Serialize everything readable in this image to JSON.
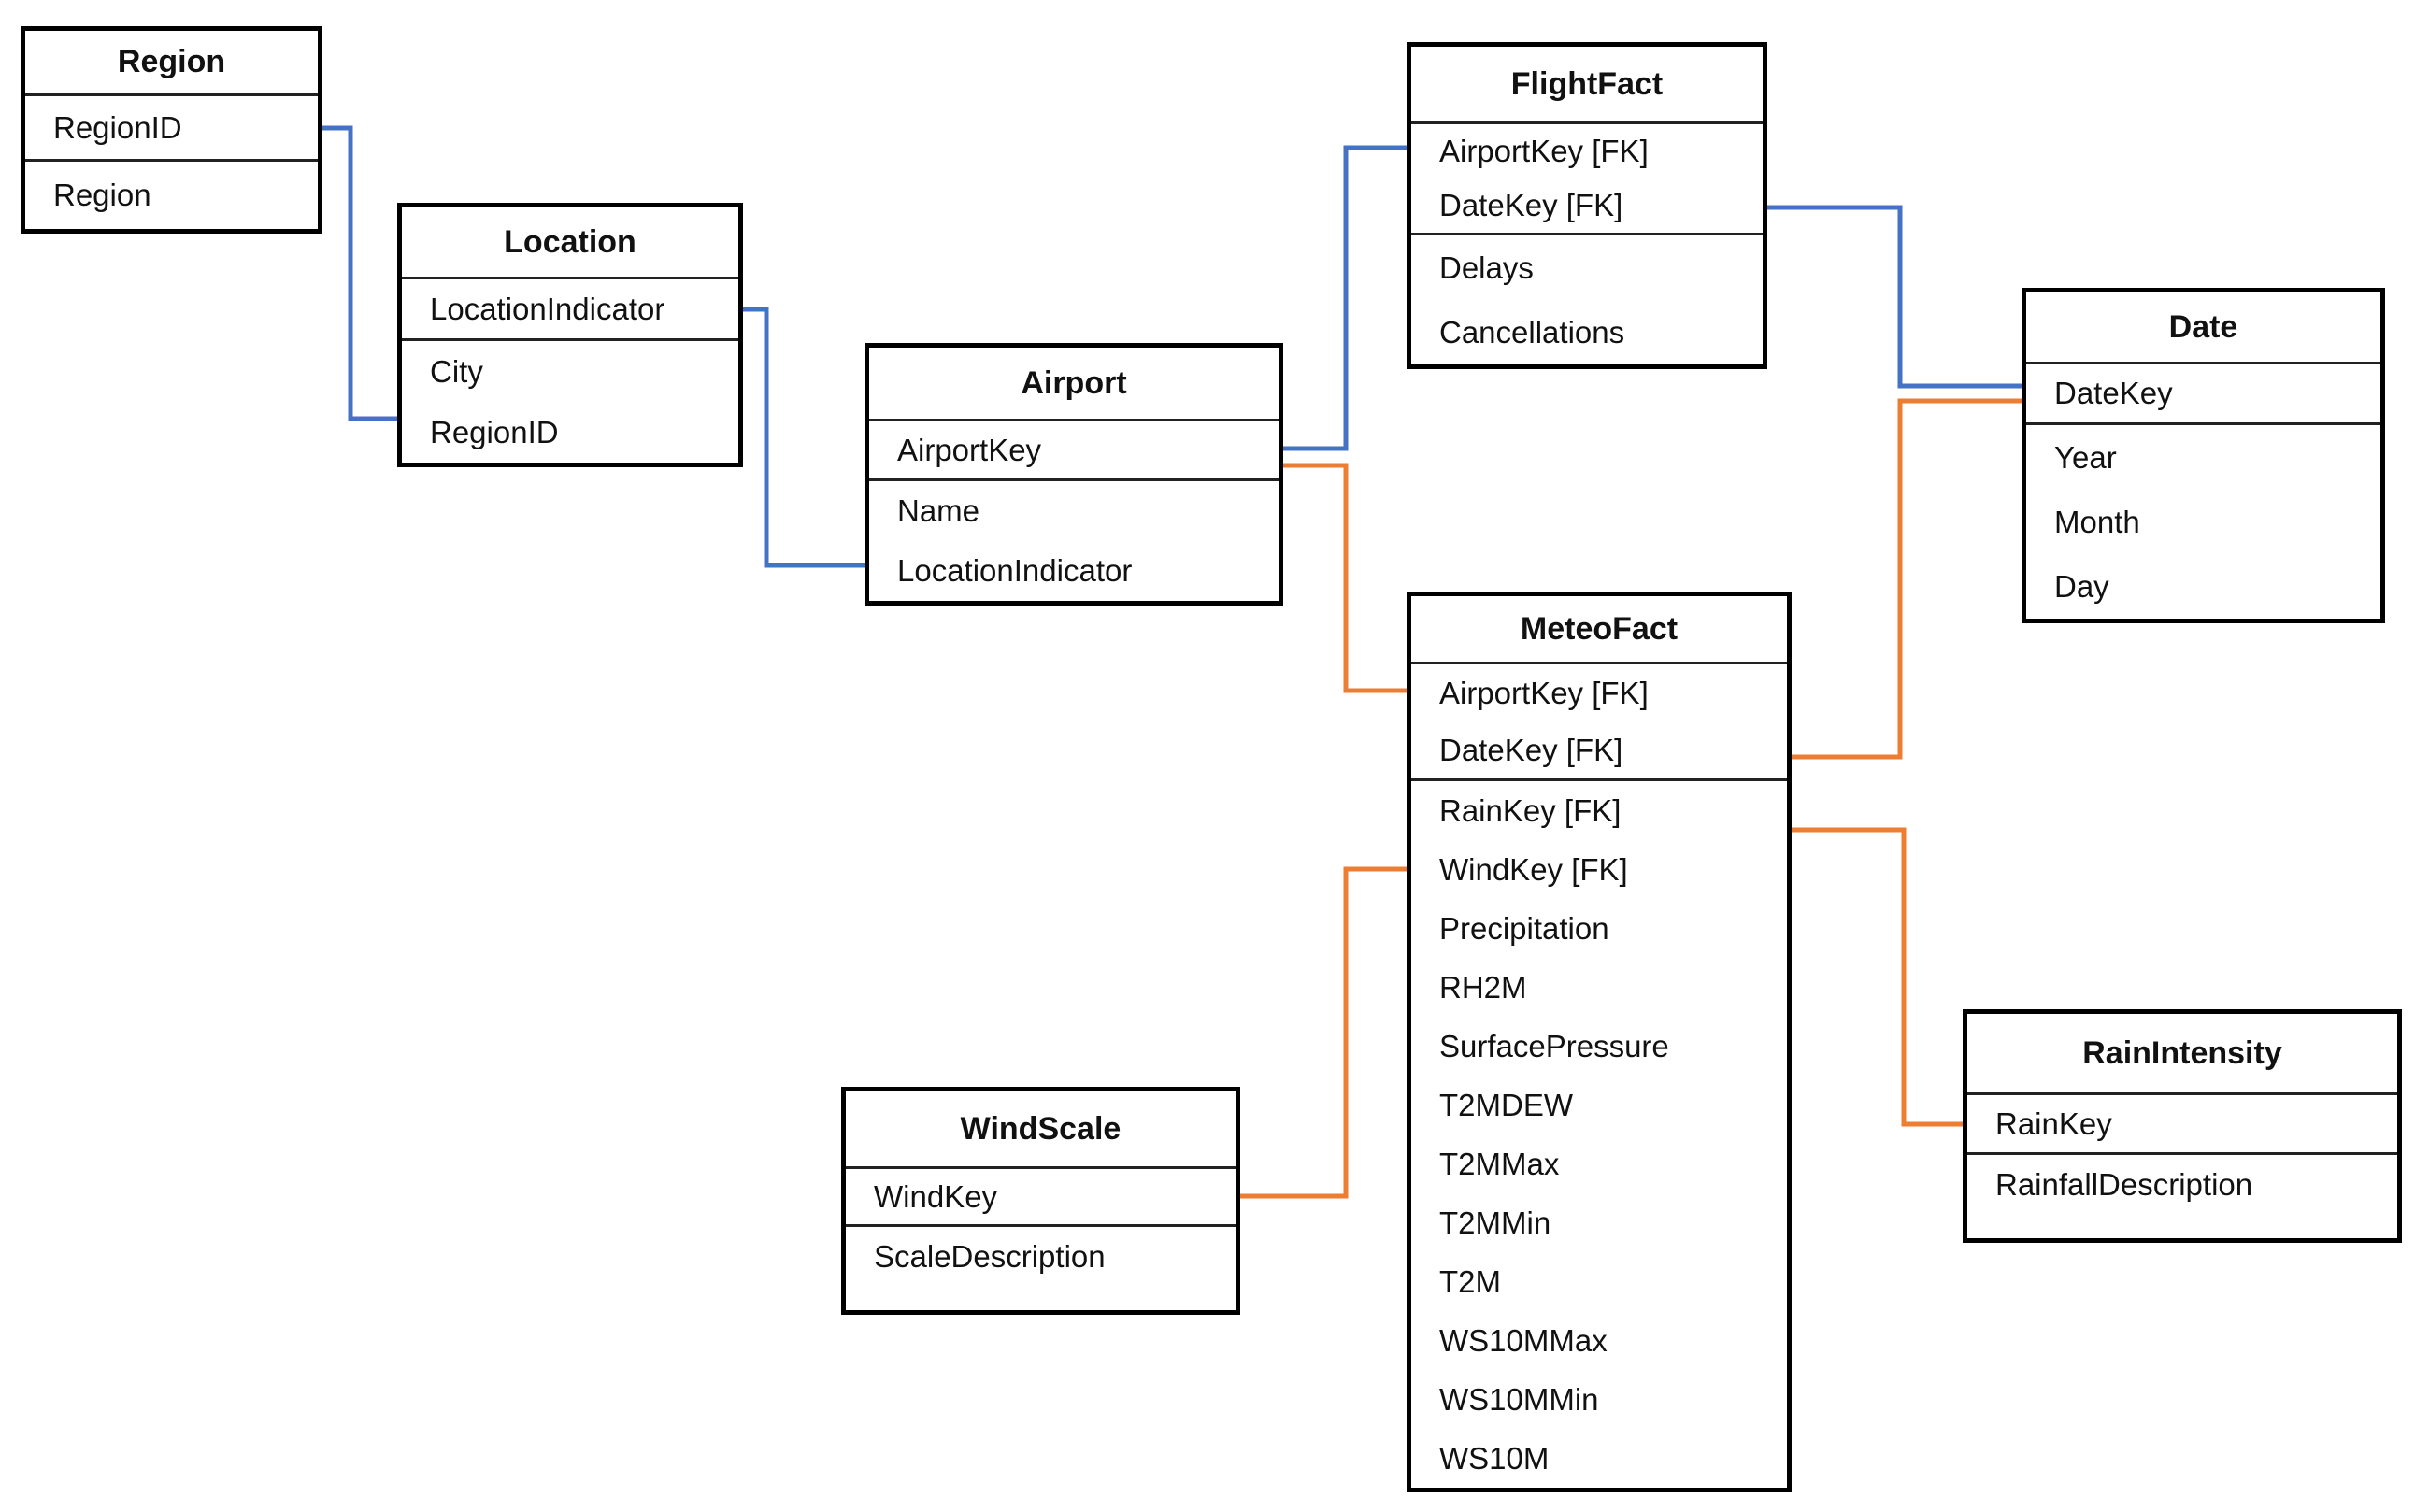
{
  "colors": {
    "blue": "#4472C4",
    "orange": "#ED7D31",
    "border": "#000000"
  },
  "tables": {
    "region": {
      "title": "Region",
      "rows": {
        "regionId": "RegionID",
        "region": "Region"
      }
    },
    "location": {
      "title": "Location",
      "rows": {
        "locationIndicator": "LocationIndicator",
        "city": "City",
        "regionId": "RegionID"
      }
    },
    "airport": {
      "title": "Airport",
      "rows": {
        "airportKey": "AirportKey",
        "name": "Name",
        "locationIndicator": "LocationIndicator"
      }
    },
    "flightFact": {
      "title": "FlightFact",
      "rows": {
        "airportKey": "AirportKey [FK]",
        "dateKey": "DateKey [FK]",
        "delays": "Delays",
        "cancellations": "Cancellations"
      }
    },
    "date": {
      "title": "Date",
      "rows": {
        "dateKey": "DateKey",
        "year": "Year",
        "month": "Month",
        "day": "Day"
      }
    },
    "meteoFact": {
      "title": "MeteoFact",
      "rows": {
        "airportKey": "AirportKey [FK]",
        "dateKey": "DateKey [FK]",
        "rainKey": "RainKey [FK]",
        "windKey": "WindKey [FK]",
        "precipitation": "Precipitation",
        "rh2m": "RH2M",
        "surfacePressure": "SurfacePressure",
        "t2mdew": "T2MDEW",
        "t2mmax": "T2MMax",
        "t2mmin": "T2MMin",
        "t2m": "T2M",
        "ws10mmax": "WS10MMax",
        "ws10mmin": "WS10MMin",
        "ws10m": "WS10M"
      }
    },
    "windScale": {
      "title": "WindScale",
      "rows": {
        "windKey": "WindKey",
        "scaleDescription": "ScaleDescription"
      }
    },
    "rainIntensity": {
      "title": "RainIntensity",
      "rows": {
        "rainKey": "RainKey",
        "rainfallDescription": "RainfallDescription"
      }
    }
  },
  "relationships": [
    {
      "from": "Region.RegionID",
      "to": "Location.RegionID",
      "color": "blue"
    },
    {
      "from": "Location.LocationIndicator",
      "to": "Airport.LocationIndicator",
      "color": "blue"
    },
    {
      "from": "Airport.AirportKey",
      "to": "FlightFact.AirportKey [FK]",
      "color": "blue"
    },
    {
      "from": "FlightFact.DateKey [FK]",
      "to": "Date.DateKey",
      "color": "blue"
    },
    {
      "from": "Airport.AirportKey",
      "to": "MeteoFact.AirportKey [FK]",
      "color": "orange"
    },
    {
      "from": "MeteoFact.DateKey [FK]",
      "to": "Date.DateKey",
      "color": "orange"
    },
    {
      "from": "MeteoFact.RainKey [FK]",
      "to": "RainIntensity.RainKey",
      "color": "orange"
    },
    {
      "from": "WindScale.WindKey",
      "to": "MeteoFact.WindKey [FK]",
      "color": "orange"
    }
  ]
}
